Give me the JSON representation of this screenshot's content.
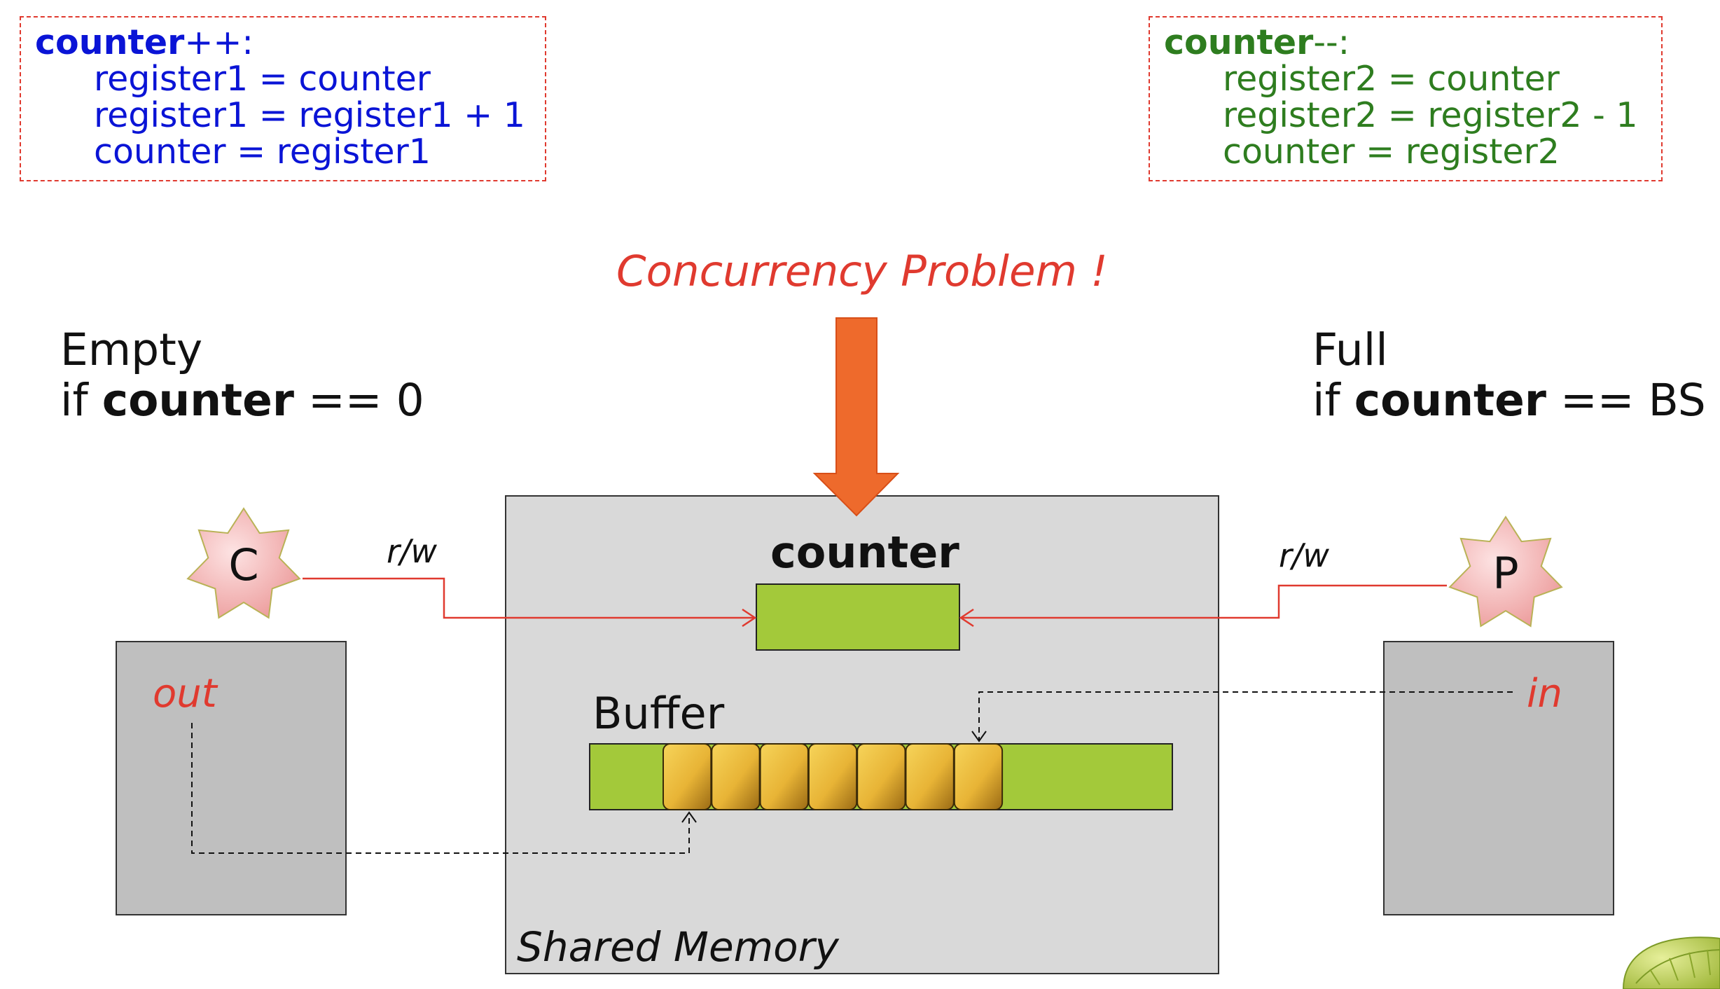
{
  "code_increment": {
    "title_var": "counter",
    "title_op": "++:",
    "lines": [
      "register1 = counter",
      "register1 = register1 + 1",
      "counter = register1"
    ]
  },
  "code_decrement": {
    "title_var": "counter",
    "title_op": "--:",
    "lines": [
      "register2 = counter",
      "register2 = register2 - 1",
      "counter = register2"
    ]
  },
  "problem_title": "Concurrency Problem !",
  "empty_condition": {
    "heading": "Empty",
    "prefix": "if ",
    "var": "counter",
    "expr": " == 0"
  },
  "full_condition": {
    "heading": "Full",
    "prefix": "if ",
    "var": "counter",
    "expr": " == BS"
  },
  "counter_label": "counter",
  "buffer_label": "Buffer",
  "shared_memory_label": "Shared Memory",
  "consumer": {
    "letter": "C",
    "pointer_label": "out",
    "access_label": "r/w"
  },
  "producer": {
    "letter": "P",
    "pointer_label": "in",
    "access_label": "r/w"
  },
  "buffer": {
    "total_slots": 12,
    "filled_slots": 7
  },
  "colors": {
    "increment_code": "#0a14d6",
    "decrement_code": "#2e7d1f",
    "alert_red": "#e03a2f",
    "arrow_orange": "#ee6a2c",
    "counter_green": "#a3c93a",
    "filled_slot_gold": "#e8b436",
    "shared_memory_gray": "#d9d9d9",
    "process_gray": "#bfbfbf",
    "star_pink": "#f2a3a3"
  },
  "icons": {
    "consumer_shape": "star-7-point",
    "producer_shape": "star-7-point",
    "corner_decoration": "leaf-icon"
  }
}
